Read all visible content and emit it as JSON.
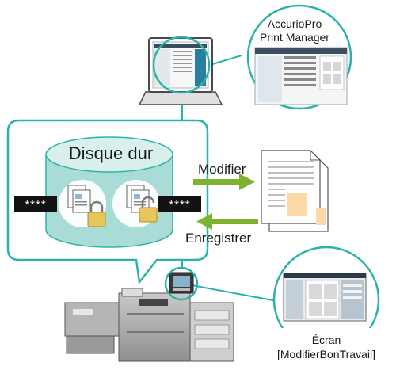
{
  "diagram": {
    "software_callout": {
      "line1": "AccurioPro",
      "line2": "Print Manager"
    },
    "storage": {
      "title": "Disque dur",
      "password_left": "****",
      "password_right": "****"
    },
    "arrows": {
      "modify_label": "Modifier",
      "save_label": "Enregistrer"
    },
    "screen_callout": {
      "line1": "Écran",
      "line2": "[ModifierBonTravail]"
    },
    "colors": {
      "teal": "#2bb3aa",
      "cylinder_top": "#d8efec",
      "cylinder_body": "#a9dcd6",
      "arrow_green": "#7fb22e",
      "padlock_gold": "#e7c75a",
      "page_highlight": "#fbd9a8"
    },
    "icons": [
      "laptop-icon",
      "cylinder-icon",
      "document-icon",
      "padlock-icon",
      "printer-icon",
      "control-panel-icon"
    ]
  }
}
